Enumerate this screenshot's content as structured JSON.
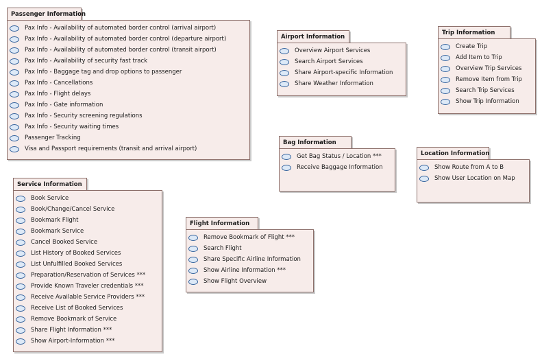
{
  "packages": {
    "passenger": {
      "title": "Passenger Information",
      "items": [
        "Pax Info - Availability of automated border control (arrival airport)",
        "Pax Info - Availability of automated border control (departure airport)",
        "Pax Info - Availability of automated border control (transit airport)",
        "Pax Info - Availability of security fast track",
        "Pax Info - Baggage tag and drop options to passenger",
        "Pax Info - Cancellations",
        "Pax Info - Flight delays",
        "Pax Info - Gate information",
        "Pax Info - Security screening regulations",
        "Pax Info - Security waiting times",
        "Passenger Tracking",
        "Visa and Passport requirements (transit and arrival airport)"
      ]
    },
    "airport": {
      "title": "Airport Information",
      "items": [
        "Overview Airport Services",
        "Search Airport Services",
        "Share Airport-specific Information",
        "Share Weather Information"
      ]
    },
    "trip": {
      "title": "Trip Information",
      "items": [
        "Create Trip",
        "Add Item to Trip",
        "Overview Trip Services",
        "Remove Item from Trip",
        "Search Trip Services",
        "Show Trip Information"
      ]
    },
    "bag": {
      "title": "Bag Information",
      "items": [
        "Get Bag Status / Location ***",
        "Receive Baggage Information"
      ]
    },
    "location": {
      "title": "Location Information",
      "items": [
        "Show Route from A to B",
        "Show User Location on Map"
      ]
    },
    "service": {
      "title": "Service Information",
      "items": [
        "Book Service",
        "Book/Change/Cancel Service",
        "Bookmark Flight",
        "Bookmark Service",
        "Cancel Booked Service",
        "List History of Booked Services",
        "List Unfulfilled Booked Services",
        "Preparation/Reservation of Services ***",
        "Provide Known Traveler credentials ***",
        "Receive Available Service Providers ***",
        "Receive List of Booked Services",
        "Remove Bookmark of Service",
        "Share Flight Information ***",
        "Show Airport-Information ***"
      ]
    },
    "flight": {
      "title": "Flight Information",
      "items": [
        "Remove Bookmark of Flight ***",
        "Search Flight",
        "Share Specific Airline Information",
        "Show Airline Information ***",
        "Show Flight Overview"
      ]
    }
  },
  "colors": {
    "package_fill": "#f7ecea",
    "package_border": "#8c6f6a",
    "usecase_border": "#2f5f9a",
    "usecase_fill": "#dde9f7"
  },
  "icons": {
    "usecase": "use-case-ellipse-icon"
  }
}
